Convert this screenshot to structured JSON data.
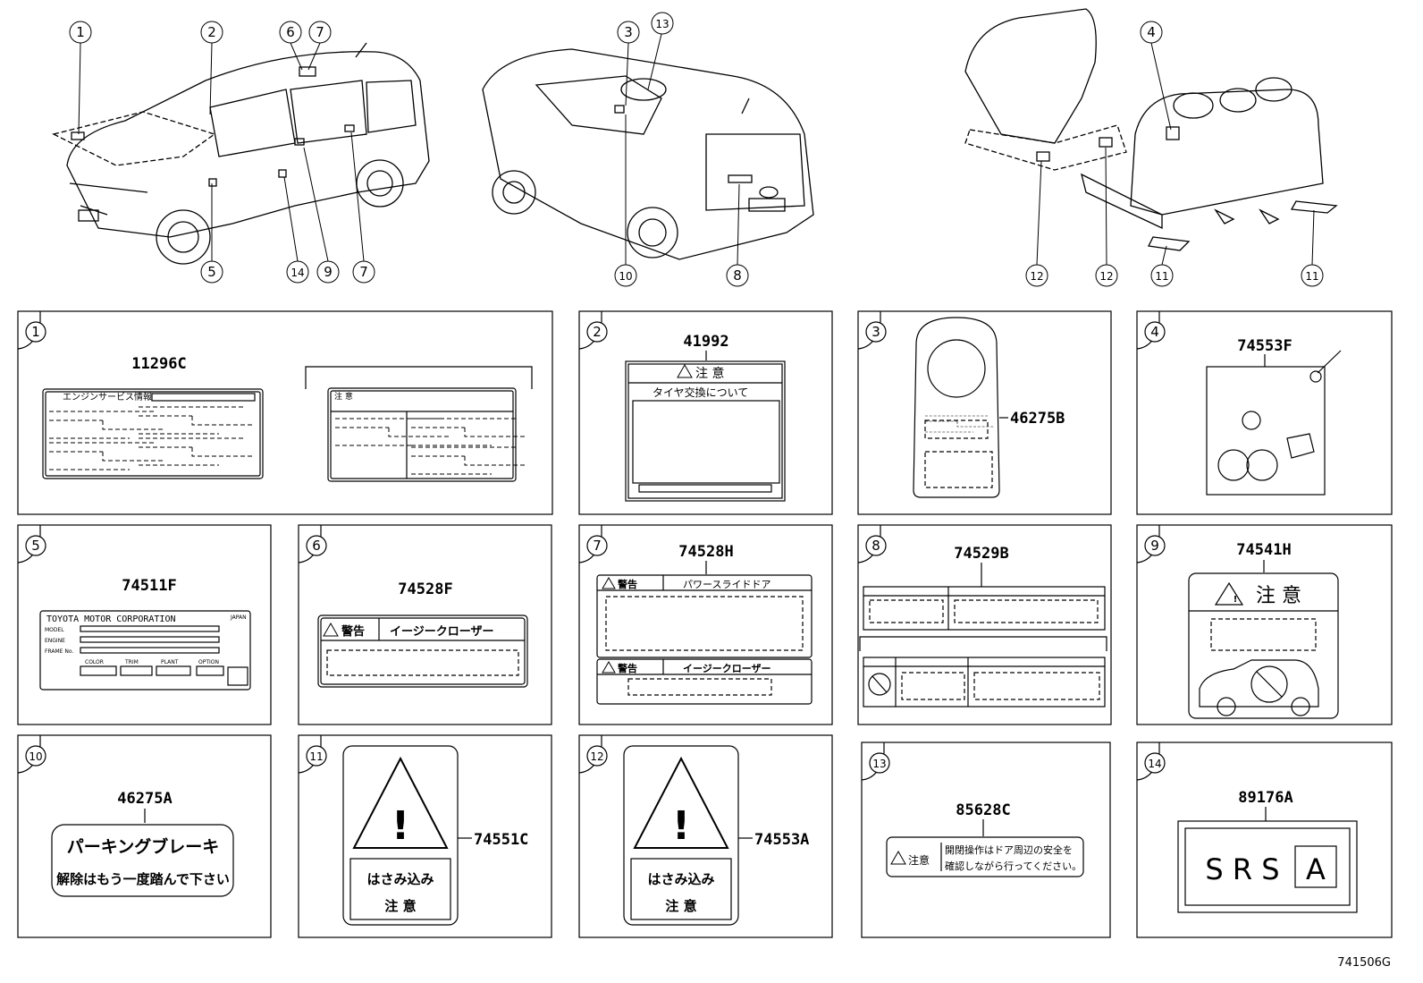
{
  "diagram_id": "741506G",
  "callouts": [
    "1",
    "2",
    "3",
    "4",
    "5",
    "6",
    "7",
    "8",
    "9",
    "10",
    "11",
    "12",
    "13",
    "14"
  ],
  "panels": [
    {
      "num": "1",
      "part": "11296C",
      "sub_a": "エンジンサービス情報",
      "sub_b": "注 意"
    },
    {
      "num": "2",
      "part": "41992",
      "caution": "注 意",
      "title": "タイヤ交換について"
    },
    {
      "num": "3",
      "part": "46275B"
    },
    {
      "num": "4",
      "part": "74553F"
    },
    {
      "num": "5",
      "part": "74511F",
      "maker": "TOYOTA MOTOR CORPORATION",
      "country": "JAPAN",
      "rows": [
        "MODEL",
        "ENGINE",
        "FRAME No."
      ],
      "cols": [
        "COLOR",
        "TRIM",
        "PLANT",
        "OPTION"
      ]
    },
    {
      "num": "6",
      "part": "74528F",
      "warn": "警告",
      "text": "イージークローザー"
    },
    {
      "num": "7",
      "part": "74528H",
      "warn1": "警告",
      "text1": "パワースライドドア",
      "warn2": "警告",
      "text2": "イージークローザー"
    },
    {
      "num": "8",
      "part": "74529B"
    },
    {
      "num": "9",
      "part": "74541H",
      "caution": "注 意"
    },
    {
      "num": "10",
      "part": "46275A",
      "line1": "パーキングブレーキ",
      "line2": "解除はもう一度踏んで下さい"
    },
    {
      "num": "11",
      "part": "74551C",
      "line1": "はさみ込み",
      "line2": "注 意"
    },
    {
      "num": "12",
      "part": "74553A",
      "line1": "はさみ込み",
      "line2": "注 意"
    },
    {
      "num": "13",
      "part": "85628C",
      "caution": "注意",
      "line1": "開閉操作はドア周辺の安全を",
      "line2": "確認しながら行ってください。"
    },
    {
      "num": "14",
      "part": "89176A",
      "srs": "S R S",
      "srs_letter": "A"
    }
  ]
}
